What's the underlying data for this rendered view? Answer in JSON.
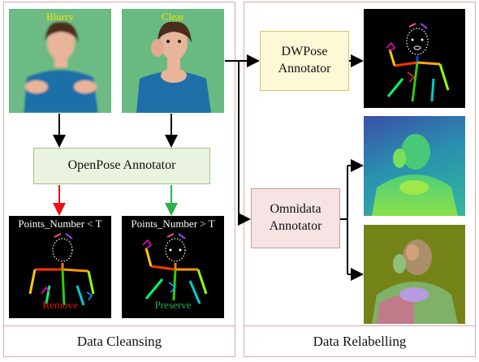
{
  "panels": {
    "cleansing_label": "Data Cleansing",
    "relabelling_label": "Data Relabelling"
  },
  "photos": {
    "blurry_label": "Blurry",
    "clear_label": "Clear"
  },
  "boxes": {
    "openpose": "OpenPose Annotator",
    "dwpose": "DWPose\nAnnotator",
    "omnidata": "Omnidata\nAnnotator"
  },
  "poses": {
    "left_condition": "Points_Number < T",
    "right_condition": "Points_Number > T",
    "remove_label": "Remove",
    "preserve_label": "Preserve"
  },
  "colors": {
    "panel_border": "#d9a9a9",
    "openpose_fill": "#eaf3e0",
    "openpose_border": "#9fc38a",
    "dwpose_fill": "#fdf8d6",
    "dwpose_border": "#d7c86a",
    "omnidata_fill": "#f6e3e3",
    "omnidata_border": "#c79b9b",
    "remove_color": "#e8121a",
    "preserve_color": "#27b24a"
  }
}
